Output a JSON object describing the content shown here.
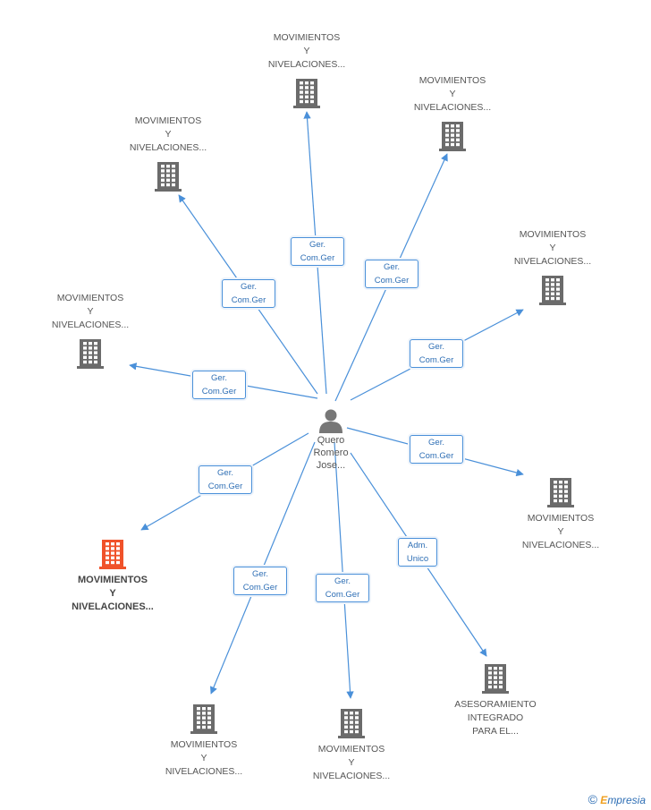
{
  "center": {
    "lines": [
      "Quero",
      "Romero",
      "Jose..."
    ],
    "icon": "person-icon"
  },
  "companies": [
    {
      "id": "c1",
      "lines": [
        "MOVIMIENTOS",
        "Y",
        "NIVELACIONES..."
      ],
      "icon": "building-icon"
    },
    {
      "id": "c2",
      "lines": [
        "MOVIMIENTOS",
        "Y",
        "NIVELACIONES..."
      ],
      "icon": "building-icon"
    },
    {
      "id": "c3",
      "lines": [
        "MOVIMIENTOS",
        "Y",
        "NIVELACIONES..."
      ],
      "icon": "building-icon"
    },
    {
      "id": "c4",
      "lines": [
        "MOVIMIENTOS",
        "Y",
        "NIVELACIONES..."
      ],
      "icon": "building-icon"
    },
    {
      "id": "c5",
      "lines": [
        "MOVIMIENTOS",
        "Y",
        "NIVELACIONES..."
      ],
      "icon": "building-icon"
    },
    {
      "id": "c6",
      "lines": [
        "MOVIMIENTOS",
        "Y",
        "NIVELACIONES..."
      ],
      "icon": "building-icon"
    },
    {
      "id": "c7",
      "lines": [
        "MOVIMIENTOS",
        "Y",
        "NIVELACIONES..."
      ],
      "icon": "building-icon",
      "highlight": true
    },
    {
      "id": "c8",
      "lines": [
        "MOVIMIENTOS",
        "Y",
        "NIVELACIONES..."
      ],
      "icon": "building-icon"
    },
    {
      "id": "c9",
      "lines": [
        "MOVIMIENTOS",
        "Y",
        "NIVELACIONES..."
      ],
      "icon": "building-icon"
    },
    {
      "id": "c10",
      "lines": [
        "ASESORAMIENTO",
        "INTEGRADO",
        "PARA EL..."
      ],
      "icon": "building-icon"
    }
  ],
  "roles": [
    {
      "id": "r1",
      "lines": [
        "Ger.",
        "Com.Ger"
      ]
    },
    {
      "id": "r2",
      "lines": [
        "Ger.",
        "Com.Ger"
      ]
    },
    {
      "id": "r3",
      "lines": [
        "Ger.",
        "Com.Ger"
      ]
    },
    {
      "id": "r4",
      "lines": [
        "Ger.",
        "Com.Ger"
      ]
    },
    {
      "id": "r5",
      "lines": [
        "Ger.",
        "Com.Ger"
      ]
    },
    {
      "id": "r6",
      "lines": [
        "Ger.",
        "Com.Ger"
      ]
    },
    {
      "id": "r7",
      "lines": [
        "Ger.",
        "Com.Ger"
      ]
    },
    {
      "id": "r8",
      "lines": [
        "Ger.",
        "Com.Ger"
      ]
    },
    {
      "id": "r9",
      "lines": [
        "Ger.",
        "Com.Ger"
      ]
    },
    {
      "id": "r10",
      "lines": [
        "Adm.",
        "Unico"
      ]
    }
  ],
  "colors": {
    "edge": "#4a90d9",
    "building": "#6b6b6b",
    "building_highlight": "#f0522a",
    "person": "#777777"
  },
  "brand": {
    "symbol": "©",
    "initial": "E",
    "rest": "mpresia"
  }
}
